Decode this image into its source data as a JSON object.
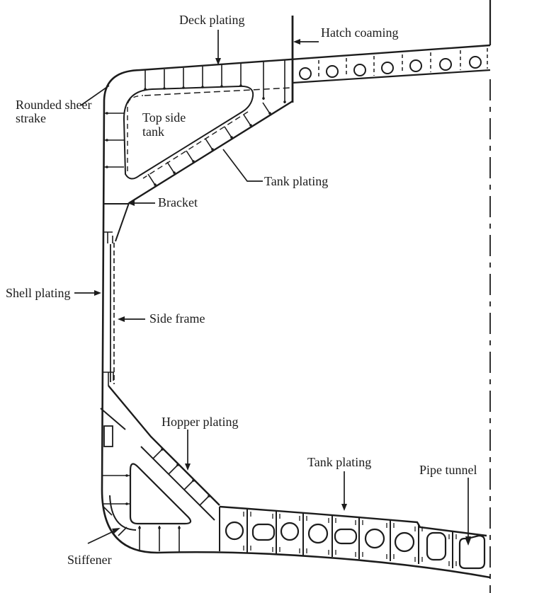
{
  "colors": {
    "ink": "#1c1c1c",
    "paper": "#ffffff"
  },
  "labels": {
    "deck_plating": "Deck plating",
    "hatch_coaming": "Hatch coaming",
    "rounded_sheer_line1": "Rounded sheer",
    "rounded_sheer_line2": "strake",
    "top_side_tank_line1": "Top side",
    "top_side_tank_line2": "tank",
    "tank_plating_top": "Tank plating",
    "bracket": "Bracket",
    "shell_plating": "Shell plating",
    "side_frame": "Side frame",
    "hopper_plating": "Hopper plating",
    "tank_plating_bottom": "Tank plating",
    "pipe_tunnel": "Pipe tunnel",
    "stiffener": "Stiffener"
  }
}
